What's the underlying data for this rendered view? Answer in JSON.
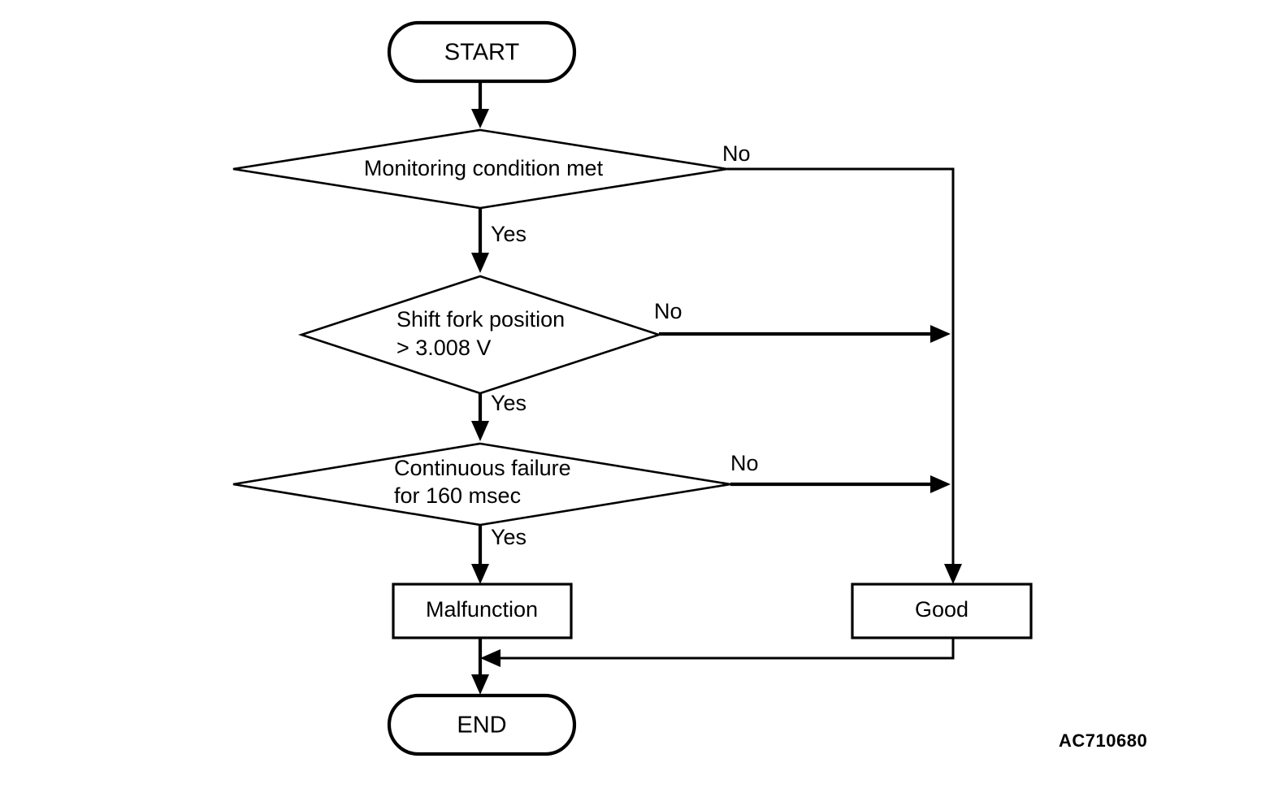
{
  "diagram": {
    "type": "flowchart",
    "background_color": "#ffffff",
    "line_color": "#000000",
    "reference_code": "AC710680",
    "nodes": {
      "start": {
        "id": "start",
        "shape": "terminator",
        "label": "START"
      },
      "decision_1": {
        "id": "decision_1",
        "shape": "decision",
        "label": "Monitoring condition met",
        "line1": "Monitoring condition met",
        "line2": ""
      },
      "decision_2": {
        "id": "decision_2",
        "shape": "decision",
        "label": "Shift fork position > 3.008 V",
        "line1": "Shift fork position",
        "line2": "> 3.008 V"
      },
      "decision_3": {
        "id": "decision_3",
        "shape": "decision",
        "label": "Continuous failure for 160 msec",
        "line1": "Continuous failure",
        "line2": "for 160 msec"
      },
      "malfunction": {
        "id": "malfunction",
        "shape": "process",
        "label": "Malfunction"
      },
      "good": {
        "id": "good",
        "shape": "process",
        "label": "Good"
      },
      "end": {
        "id": "end",
        "shape": "terminator",
        "label": "END"
      }
    },
    "edges": [
      {
        "from": "start",
        "to": "decision_1",
        "label": ""
      },
      {
        "from": "decision_1",
        "to": "good",
        "label": "No"
      },
      {
        "from": "decision_1",
        "to": "decision_2",
        "label": "Yes"
      },
      {
        "from": "decision_2",
        "to": "good",
        "label": "No"
      },
      {
        "from": "decision_2",
        "to": "decision_3",
        "label": "Yes"
      },
      {
        "from": "decision_3",
        "to": "good",
        "label": "No"
      },
      {
        "from": "decision_3",
        "to": "malfunction",
        "label": "Yes"
      },
      {
        "from": "malfunction",
        "to": "end",
        "label": ""
      },
      {
        "from": "good",
        "to": "end",
        "label": ""
      }
    ],
    "edge_labels": {
      "no_1": "No",
      "no_2": "No",
      "no_3": "No",
      "yes_1": "Yes",
      "yes_2": "Yes",
      "yes_3": "Yes"
    }
  }
}
